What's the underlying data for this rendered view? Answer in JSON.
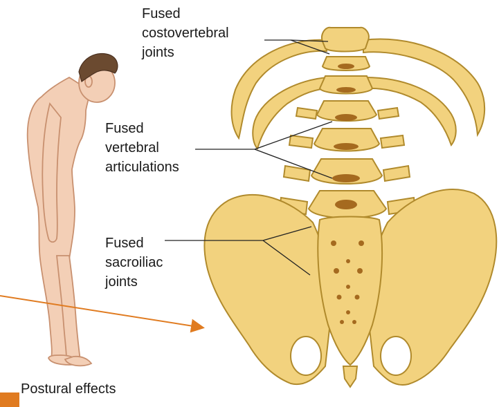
{
  "labels": {
    "costovertebral": [
      "Fused",
      "costovertebral",
      "joints"
    ],
    "vertebral": [
      "Fused",
      "vertebral",
      "articulations"
    ],
    "sacroiliac": [
      "Fused",
      "sacroiliac",
      "joints"
    ]
  },
  "caption": "Postural effects",
  "colors": {
    "bone": "#f2d27e",
    "bone_outline": "#b08a2c",
    "bone_shadow": "#a56a1f",
    "skin": "#f3cfb6",
    "skin_outline": "#c8906f",
    "hair": "#6b4a30",
    "arrow": "#e07b20",
    "accent": "#e07b20"
  },
  "icons": [
    "stooped-figure-illustration",
    "spine-pelvis-illustration",
    "pointer-arrow-icon"
  ]
}
